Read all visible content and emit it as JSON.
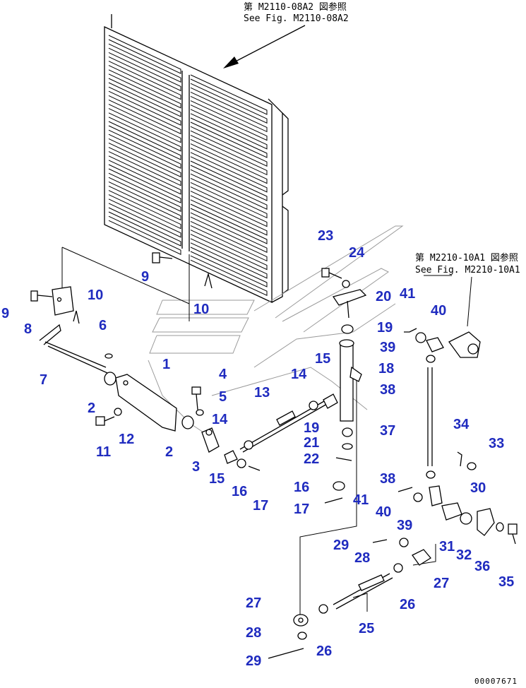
{
  "references": {
    "top_jp": "第 M2110-08A2 図参照",
    "top_en": "See Fig. M2110-08A2",
    "right_jp": "第 M2210-10A1 図参照",
    "right_en": "See Fig. M2210-10A1"
  },
  "callouts": [
    "1",
    "2",
    "2",
    "3",
    "4",
    "5",
    "6",
    "7",
    "8",
    "9",
    "9",
    "10",
    "10",
    "11",
    "12",
    "13",
    "14",
    "14",
    "15",
    "15",
    "16",
    "16",
    "17",
    "17",
    "18",
    "19",
    "19",
    "20",
    "21",
    "22",
    "23",
    "24",
    "25",
    "26",
    "26",
    "27",
    "27",
    "28",
    "28",
    "29",
    "29",
    "30",
    "31",
    "32",
    "33",
    "34",
    "35",
    "36",
    "37",
    "38",
    "38",
    "39",
    "39",
    "40",
    "40",
    "41",
    "41"
  ],
  "drawing_code": "00007671"
}
